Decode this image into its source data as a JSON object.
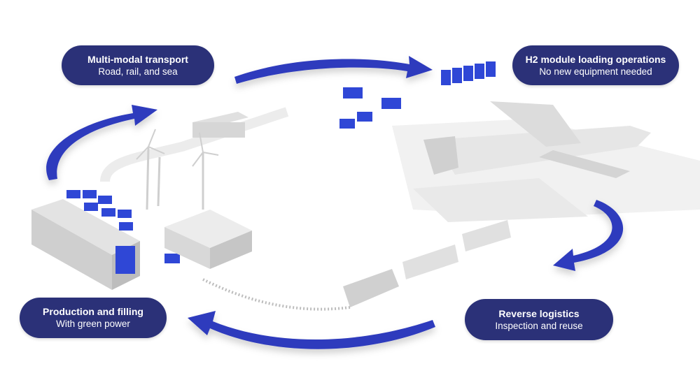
{
  "stages": [
    {
      "title": "Multi-modal transport",
      "subtitle": "Road, rail, and sea"
    },
    {
      "title": "H2 module loading operations",
      "subtitle": "No new equipment needed"
    },
    {
      "title": "Reverse logistics",
      "subtitle": "Inspection and reuse"
    },
    {
      "title": "Production and filling",
      "subtitle": "With green power"
    }
  ],
  "colors": {
    "pill": "#2b3178",
    "arrow": "#2d3bbd",
    "module": "#2f47d6"
  }
}
